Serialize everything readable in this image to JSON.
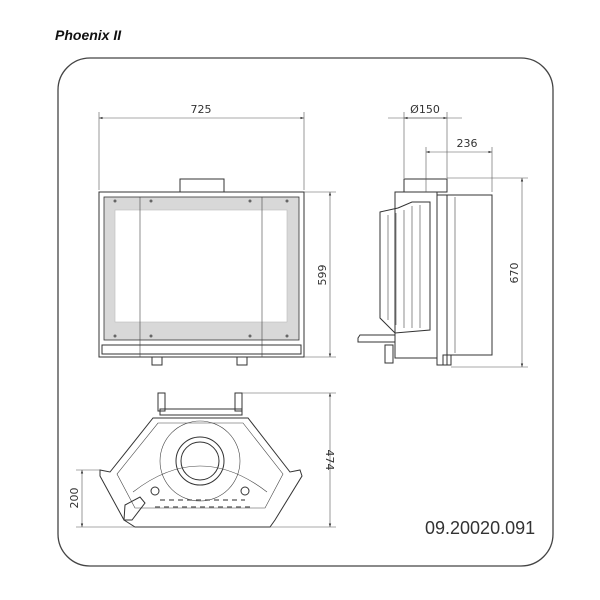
{
  "title": "Phoenix II",
  "drawing_code": "09.20020.091",
  "dimensions": {
    "front_width": "725",
    "front_height": "599",
    "flue_diameter": "Ø150",
    "side_depth": "236",
    "side_height": "670",
    "top_depth": "474",
    "top_side": "200"
  }
}
